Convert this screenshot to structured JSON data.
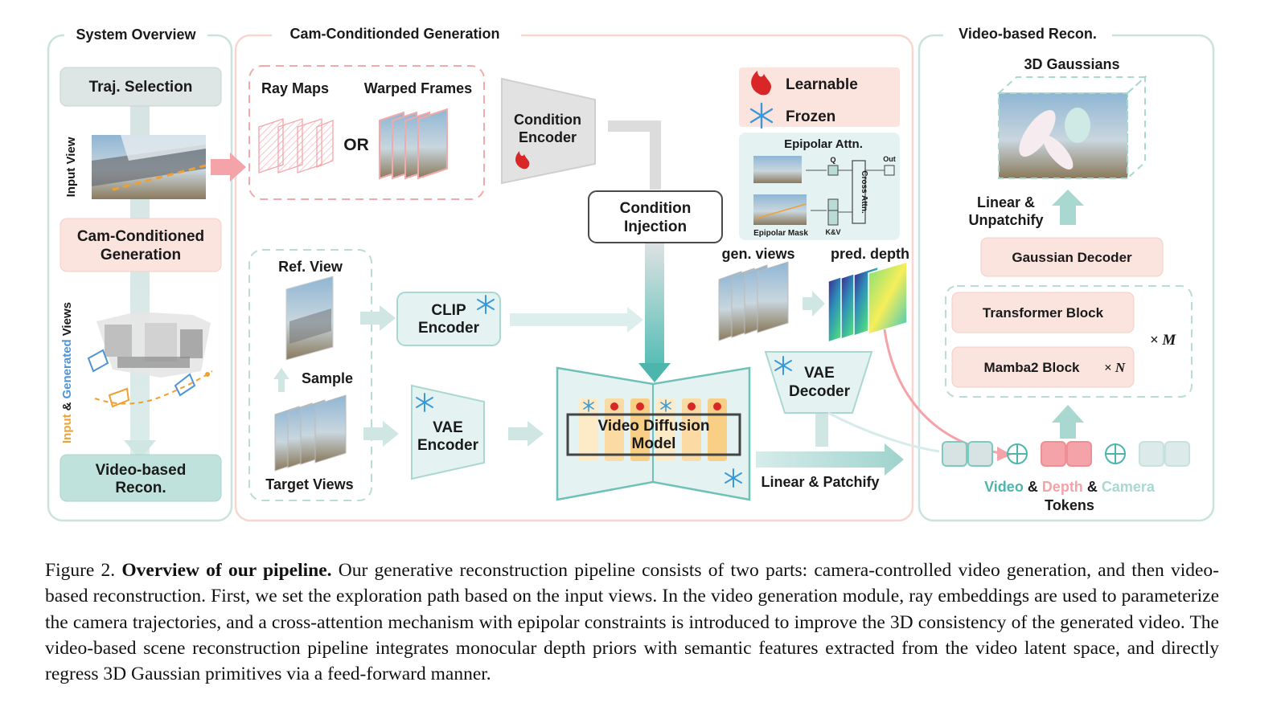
{
  "panels": {
    "system_overview": "System Overview",
    "cam_generation": "Cam-Conditionded Generation",
    "video_recon": "Video-based Recon."
  },
  "system": {
    "traj_selection": "Traj. Selection",
    "input_view": "Input View",
    "cam_gen_line1": "Cam-Conditioned",
    "cam_gen_line2": "Generation",
    "views_input": "Input",
    "views_and": "&",
    "views_generated": "Generated",
    "views_word": "Views",
    "recon_line1": "Video-based",
    "recon_line2": "Recon."
  },
  "generation": {
    "ray_maps": "Ray Maps",
    "or": "OR",
    "warped_frames": "Warped Frames",
    "cond_encoder_line1": "Condition",
    "cond_encoder_line2": "Encoder",
    "cond_injection_line1": "Condition",
    "cond_injection_line2": "Injection",
    "legend_learnable": "Learnable",
    "legend_frozen": "Frozen",
    "epipolar_title": "Epipolar Attn.",
    "epi_q": "Q",
    "epi_kv": "K&V",
    "epi_out": "Out",
    "epi_cross": "Cross Attn.",
    "epi_mask": "Epipolar Mask",
    "ref_view": "Ref. View",
    "sample": "Sample",
    "target_views": "Target Views",
    "clip_line1": "CLIP",
    "clip_line2": "Encoder",
    "vae_enc_line1": "VAE",
    "vae_enc_line2": "Encoder",
    "vdm_line1": "Video Diffusion",
    "vdm_line2": "Model",
    "gen_views": "gen. views",
    "pred_depth": "pred. depth",
    "vae_dec_line1": "VAE",
    "vae_dec_line2": "Decoder",
    "linear_patchify": "Linear & Patchify"
  },
  "recon": {
    "gaussians_3d": "3D Gaussians",
    "linear_line1": "Linear &",
    "linear_line2": "Unpatchify",
    "gaussian_decoder": "Gaussian Decoder",
    "transformer_block": "Transformer Block",
    "mamba_block": "Mamba2 Block",
    "times_n": "× N",
    "times_m": "× M",
    "tok_video": "Video",
    "tok_amp1": "&",
    "tok_depth": "Depth",
    "tok_amp2": "&",
    "tok_camera": "Camera",
    "tokens": "Tokens"
  },
  "caption": {
    "prefix": "Figure 2.",
    "bold": "Overview of our pipeline.",
    "body": "Our generative reconstruction pipeline consists of two parts: camera-controlled video generation, and then video-based reconstruction. First, we set the exploration path based on the input views. In the video generation module, ray embeddings are used to parameterize the camera trajectories, and a cross-attention mechanism with epipolar constraints is introduced to improve the 3D consistency of the generated video. The video-based scene reconstruction pipeline integrates monocular depth priors with semantic features extracted from the video latent space, and directly regress 3D Gaussian primitives via a feed-forward manner."
  },
  "colors": {
    "teal": "#7cc9c0",
    "teal_fill": "#e4f3f1",
    "pink": "#f2a9a9",
    "pink_fill": "#fbe3de",
    "gray_fill": "#dbe5e4",
    "video_token": "#4db6ac",
    "depth_token": "#f4a3a8",
    "camera_token": "#a9d8d0",
    "input_orange": "#e8a33b",
    "generated_blue": "#4f95d6"
  }
}
